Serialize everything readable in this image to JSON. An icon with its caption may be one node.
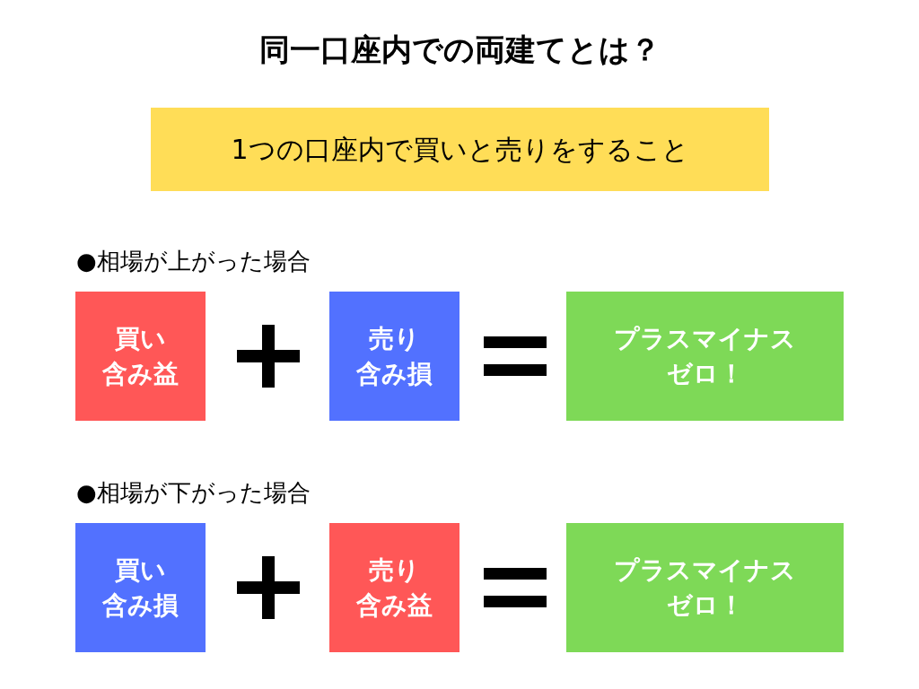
{
  "diagram": {
    "title": "同一口座内での両建てとは？",
    "nodes": [
      {
        "text": [
          "1つの口座内で買いと売りをすること"
        ]
      },
      {
        "text": [
          "買い",
          "含み益"
        ]
      },
      {
        "text": [
          "売り",
          "含み損"
        ]
      },
      {
        "text": [
          "プラスマイナス",
          "ゼロ！"
        ]
      },
      {
        "text": [
          "買い",
          "含み損"
        ]
      },
      {
        "text": [
          "売り",
          "含み益"
        ]
      },
      {
        "text": [
          "プラスマイナス",
          "ゼロ！"
        ]
      }
    ],
    "labels": [
      "●相場が上がった場合",
      "●相場が下がった場合"
    ]
  }
}
